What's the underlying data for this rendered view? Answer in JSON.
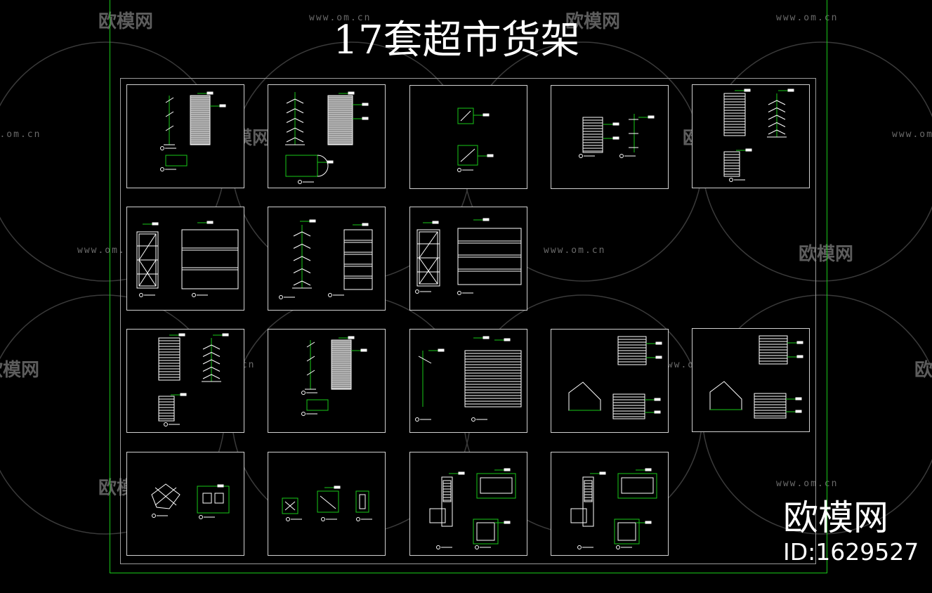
{
  "title": "17套超市货架",
  "watermark": {
    "url": "www.om.cn",
    "logo": "欧模网"
  },
  "brand": {
    "name": "欧模网",
    "id": "ID:1629527"
  },
  "colors": {
    "background": "#000000",
    "frame": "#19c819",
    "sheet_border": "#d0d0d0",
    "drawing_white": "#ffffff",
    "drawing_green": "#19c819"
  },
  "sheets": [
    {
      "id": 1,
      "kind": "wall-mesh"
    },
    {
      "id": 2,
      "kind": "island-tree"
    },
    {
      "id": 3,
      "kind": "corner-basket"
    },
    {
      "id": 4,
      "kind": "wall-grid"
    },
    {
      "id": 5,
      "kind": "tree-grid"
    },
    {
      "id": 6,
      "kind": "frame-rack"
    },
    {
      "id": 7,
      "kind": "tree-frame"
    },
    {
      "id": 8,
      "kind": "warehouse-rack"
    },
    {
      "id": 9,
      "kind": "tree-grid"
    },
    {
      "id": 10,
      "kind": "wall-mesh"
    },
    {
      "id": 11,
      "kind": "large-grid"
    },
    {
      "id": 12,
      "kind": "slope-louver"
    },
    {
      "id": 13,
      "kind": "slope-louver"
    },
    {
      "id": 14,
      "kind": "corner-plan"
    },
    {
      "id": 15,
      "kind": "small-plan"
    },
    {
      "id": 16,
      "kind": "counter"
    },
    {
      "id": 17,
      "kind": "counter"
    }
  ]
}
